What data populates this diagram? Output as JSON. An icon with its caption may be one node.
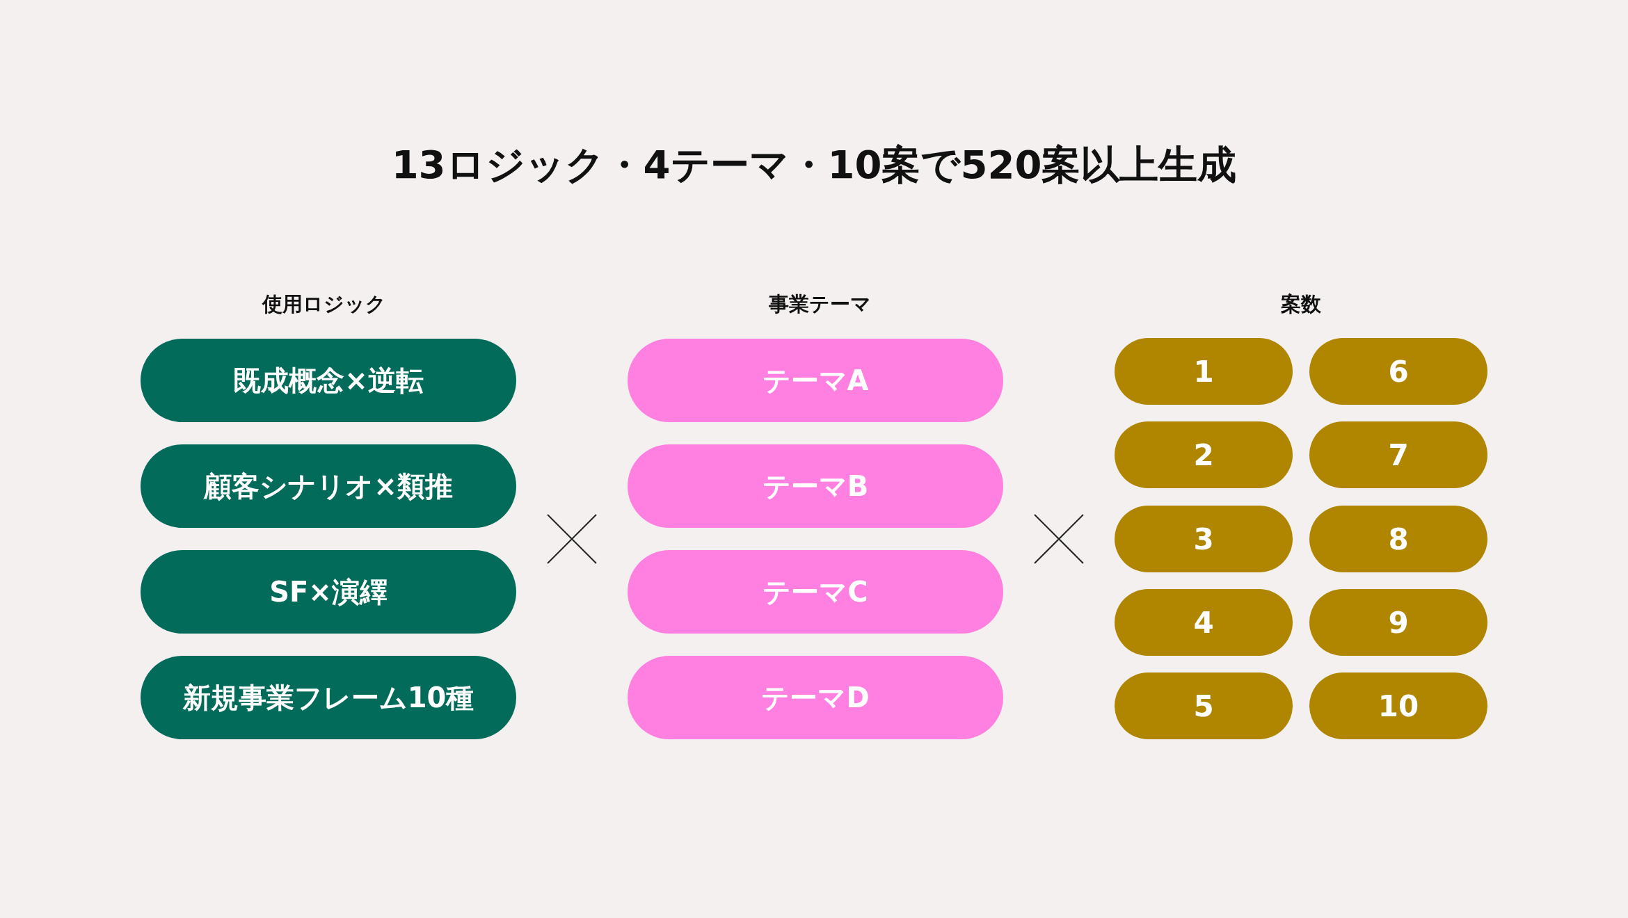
{
  "diagram": {
    "title": "13ロジック・4テーマ・10案で520案以上生成",
    "nodes": [
      {
        "text": [
          "既成概念×逆転"
        ]
      },
      {
        "text": [
          "顧客シナリオ×類推"
        ]
      },
      {
        "text": [
          "SF×演繹"
        ]
      },
      {
        "text": [
          "新規事業フレーム10種"
        ]
      },
      {
        "text": [
          "テーマA"
        ]
      },
      {
        "text": [
          "テーマB"
        ]
      },
      {
        "text": [
          "テーマC"
        ]
      },
      {
        "text": [
          "テーマD"
        ]
      },
      {
        "text": [
          "1"
        ]
      },
      {
        "text": [
          "2"
        ]
      },
      {
        "text": [
          "3"
        ]
      },
      {
        "text": [
          "4"
        ]
      },
      {
        "text": [
          "5"
        ]
      },
      {
        "text": [
          "6"
        ]
      },
      {
        "text": [
          "7"
        ]
      },
      {
        "text": [
          "8"
        ]
      },
      {
        "text": [
          "9"
        ]
      },
      {
        "text": [
          "10"
        ]
      }
    ],
    "edges": [],
    "labels": [
      "使用ロジック",
      "事業テーマ",
      "案数"
    ]
  }
}
